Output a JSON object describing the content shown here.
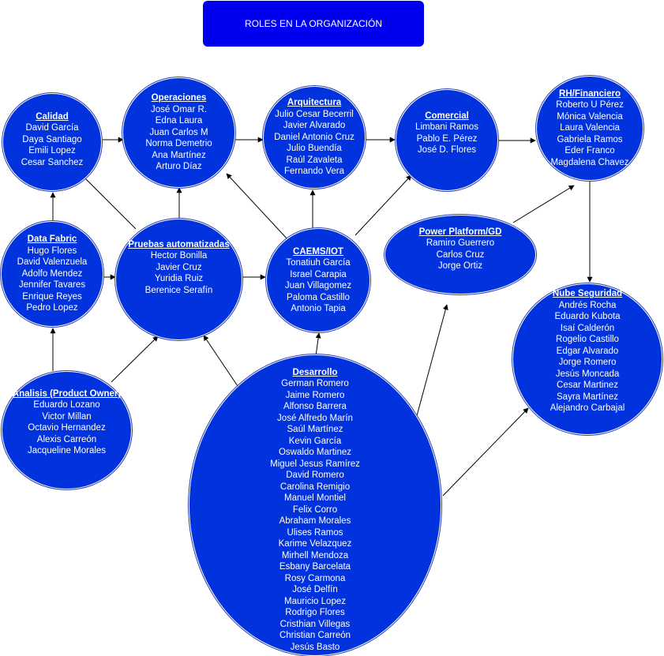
{
  "title": "ROLES EN LA ORGANIZACIÓN",
  "colors": {
    "node_fill": "#0033dd",
    "title_fill": "#0000ee",
    "text": "#ffffff",
    "arrow": "#000000"
  },
  "nodes": {
    "calidad": {
      "heading": "Calidad",
      "members": [
        "David García",
        "Daya Santiago",
        "Emili Lopez",
        "Cesar Sanchez"
      ]
    },
    "operaciones": {
      "heading": "Operaciones",
      "members": [
        "José Omar R.",
        "Edna Laura",
        "Juan Carlos M",
        "Norma Demetrio",
        "Ana Martínez",
        "Arturo Díaz"
      ]
    },
    "arquitectura": {
      "heading": "Arquitectura",
      "members": [
        "Julio Cesar Becerril",
        "Javier Alvarado",
        "Daniel Antonio Cruz",
        "Julio Buendía",
        "Raúl Zavaleta",
        "Fernando Vera"
      ]
    },
    "comercial": {
      "heading": "Comercial",
      "members": [
        "Limbani Ramos",
        "Pablo E. Pérez",
        "José D. Flores"
      ]
    },
    "rh_financiero": {
      "heading": "RH/Financiero",
      "members": [
        "Roberto U Pérez",
        "Mónica Valencia",
        "Laura Valencia",
        "Gabriela Ramos",
        "Eder Franco",
        "Magdalena Chavez"
      ]
    },
    "data_fabric": {
      "heading": "Data Fabric",
      "members": [
        "Hugo Flores",
        "David Valenzuela",
        "Adolfo Mendez",
        "Jennifer Tavares",
        "Enrique Reyes",
        "Pedro Lopez"
      ]
    },
    "pruebas": {
      "heading": "Pruebas automatizadas",
      "members": [
        "Hector Bonilla",
        "Javier Cruz",
        "Yuridia Ruiz",
        "Berenice Serafín"
      ]
    },
    "caems": {
      "heading": "CAEMS/IOT",
      "members": [
        "Tonatiuh García",
        "Israel Carapia",
        "Juan Villagomez",
        "Paloma Castillo",
        "Antonio Tapia"
      ]
    },
    "power_platform": {
      "heading": "Power Platform/GD",
      "members": [
        "Ramiro Guerrero",
        "Carlos Cruz",
        "Jorge Ortiz"
      ]
    },
    "nube": {
      "heading": "Nube Seguridad",
      "members": [
        "Andrés Rocha",
        "Eduardo Kubota",
        "Isaí Calderón",
        "Rogelio Castillo",
        "Edgar Alvarado",
        "Jorge Romero",
        "Jesús Moncada",
        "Cesar Martinez",
        "Sayra Martínez",
        "Alejandro Carbajal"
      ]
    },
    "analisis": {
      "heading": "Analisis (Product Owner)",
      "members": [
        "Eduardo Lozano",
        "Victor Millan",
        "Octavio Hernandez",
        "Alexis Carreón",
        "Jacqueline Morales"
      ]
    },
    "desarrollo": {
      "heading": "Desarrollo",
      "members": [
        "German Romero",
        "Jaime Romero",
        "Alfonso Barrera",
        "José Alfredo Marín",
        "Saúl Martínez",
        "Kevin García",
        "Oswaldo Martinez",
        "Miguel Jesus Ramírez",
        "David Romero",
        "Carolina Remigio",
        "Manuel Montiel",
        "Felix Corro",
        "Abraham Morales",
        "Ulises Ramos",
        "Karime Velazquez",
        "Mirhell Mendoza",
        "Esbany Barcelata",
        "Rosy Carmona",
        "José  Delfín",
        "Mauricio Lopez",
        "Rodrigo Flores",
        "Cristhian Villegas",
        "Christian Carreón",
        "Jesús Basto"
      ]
    }
  }
}
